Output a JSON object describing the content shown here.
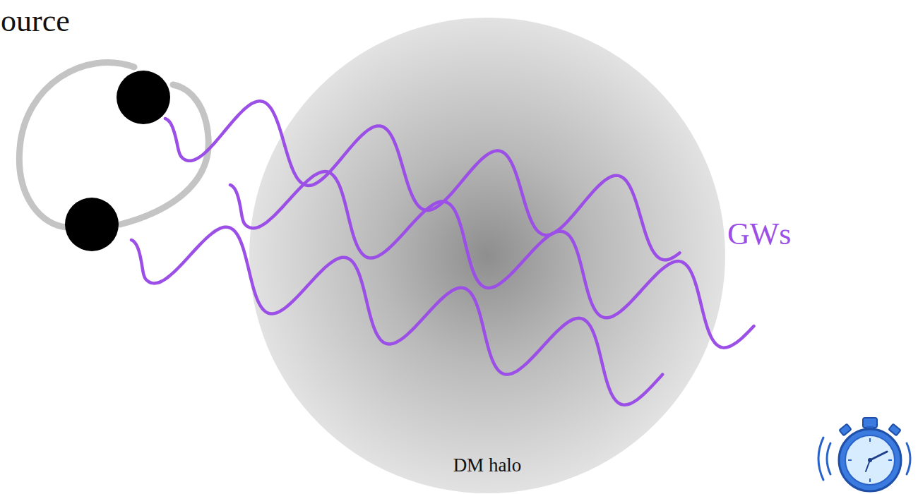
{
  "diagram": {
    "nodes": [
      {
        "text": [
          "DM halo"
        ]
      }
    ],
    "labels": [
      "ource",
      "GWs"
    ]
  }
}
